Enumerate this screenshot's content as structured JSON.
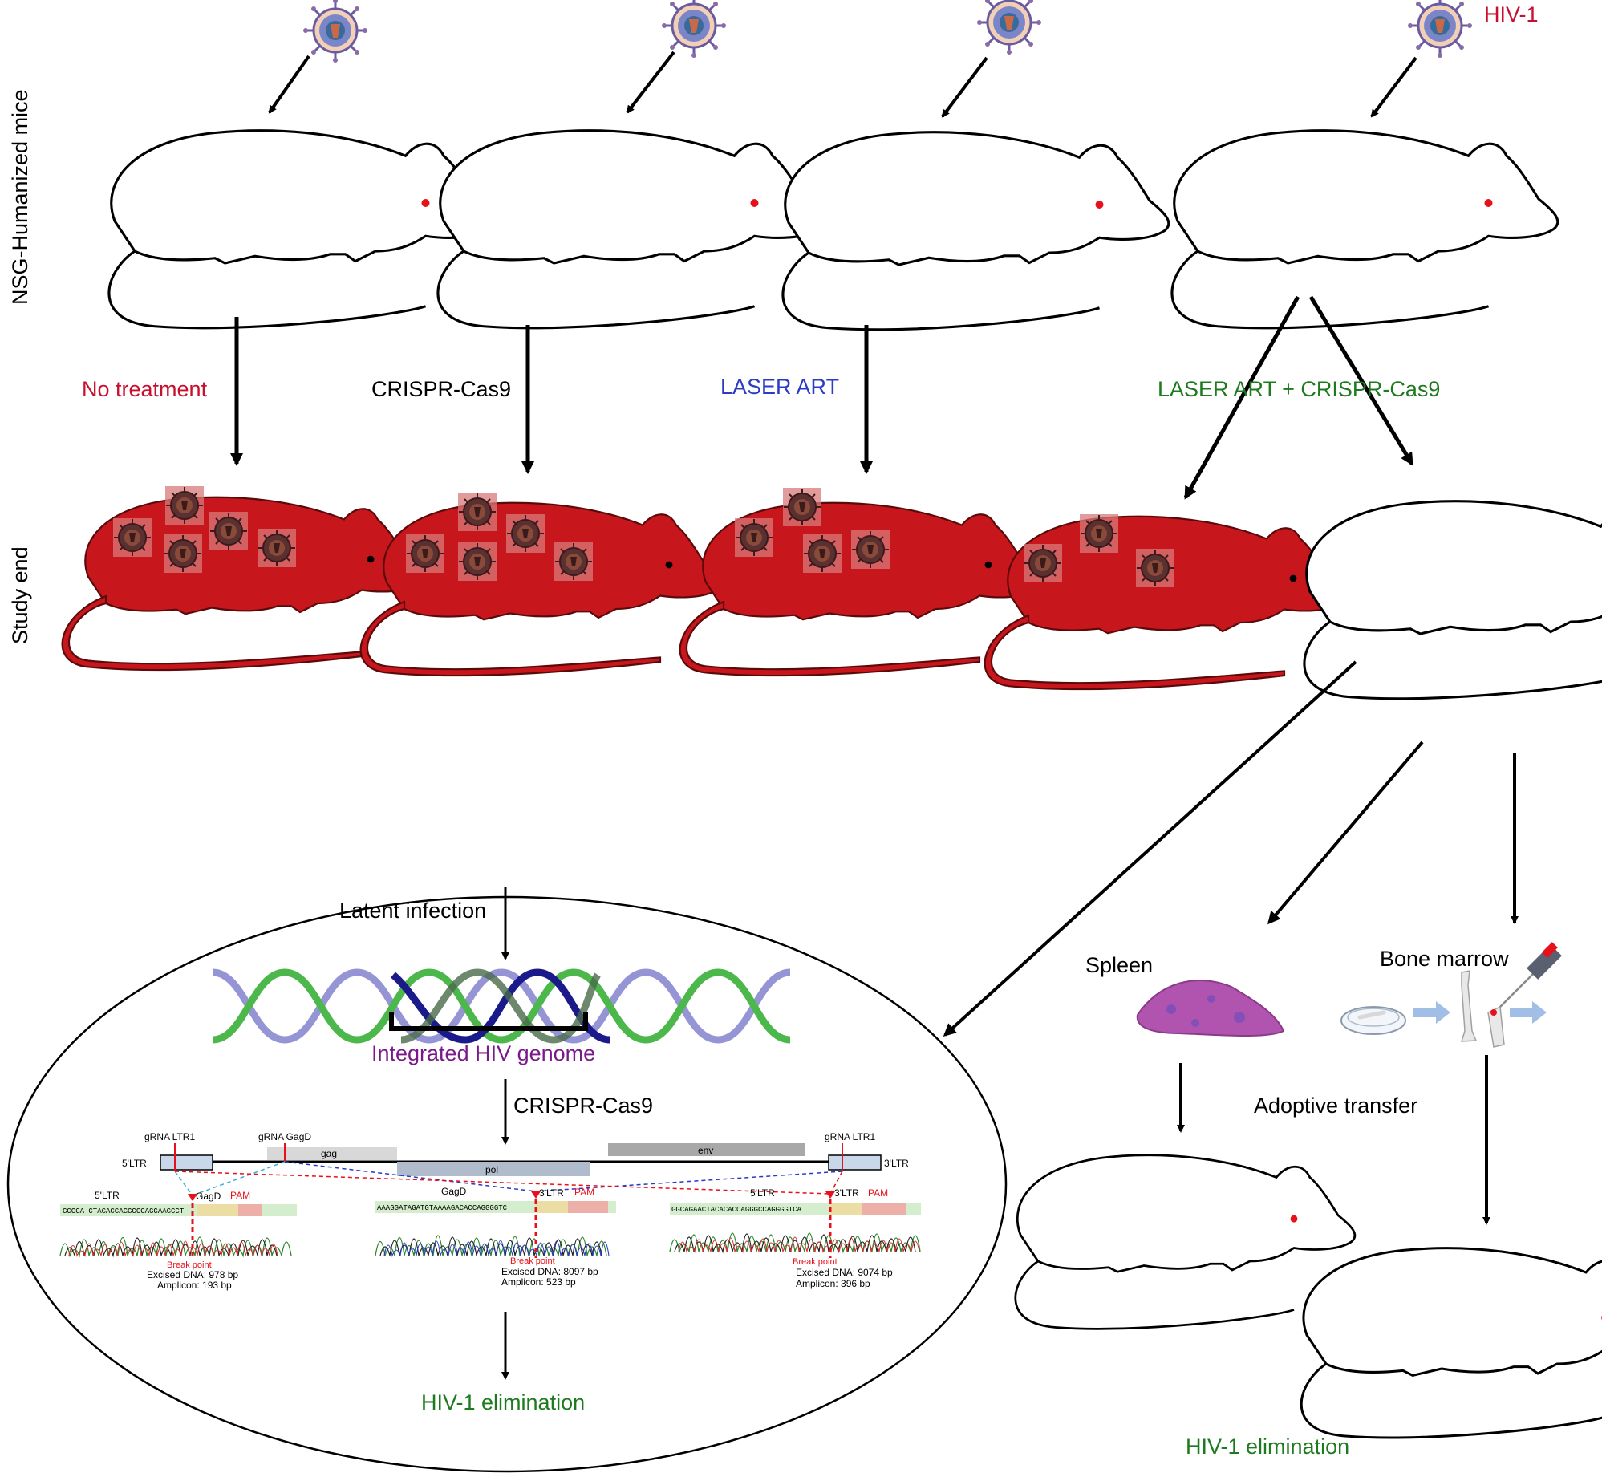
{
  "labels": {
    "row_top": "NSG-Humanized mice",
    "row_bottom": "Study end",
    "virus": "HIV-1",
    "no_treatment": "No treatment",
    "crispr": "CRISPR-Cas9",
    "laser_art": "LASER ART",
    "combo": "LASER ART + CRISPR-Cas9",
    "latent": "Latent infection",
    "integrated": "Integrated HIV genome",
    "crispr2": "CRISPR-Cas9",
    "elim_inner": "HIV-1 elimination",
    "spleen": "Spleen",
    "bone_marrow": "Bone marrow",
    "adoptive": "Adoptive transfer",
    "elim_outer": "HIV-1 elimination"
  },
  "genome": {
    "ltr5": "5'LTR",
    "ltr3": "3'LTR",
    "grna_ltr1_left": "gRNA LTR1",
    "grna_gagd": "gRNA GagD",
    "grna_ltr1_right": "gRNA LTR1",
    "gag": "gag",
    "pol": "pol",
    "env": "env"
  },
  "traces": [
    {
      "left": "5'LTR",
      "mid": "GagD",
      "pam": "PAM",
      "seq": "GCCGA CTACACCAGGGCCAGGAAGCCT",
      "break": "Break point",
      "excised": "Excised DNA: 978 bp",
      "amplicon": "Amplicon: 193 bp"
    },
    {
      "left": "GagD",
      "mid": "3'LTR",
      "pam": "PAM",
      "seq": "AAAGGATAGATGTAAAAGACACCAGGGGTC",
      "break": "Break point",
      "excised": "Excised DNA: 8097 bp",
      "amplicon": "Amplicon: 523 bp"
    },
    {
      "left": "5'LTR",
      "mid": "3'LTR",
      "pam": "PAM",
      "seq": "GGCAGAACTACACACCAGGGCCAGGGGTCA",
      "break": "Break point",
      "excised": "Excised DNA: 9074 bp",
      "amplicon": "Amplicon: 396 bp"
    }
  ],
  "colors": {
    "red_label": "#c8102e",
    "blue_label": "#2b3cc4",
    "green_label": "#1e7a1e",
    "purple_label": "#7a1a8a",
    "infected_mouse": "#c8161d",
    "arrow": "#000000"
  }
}
